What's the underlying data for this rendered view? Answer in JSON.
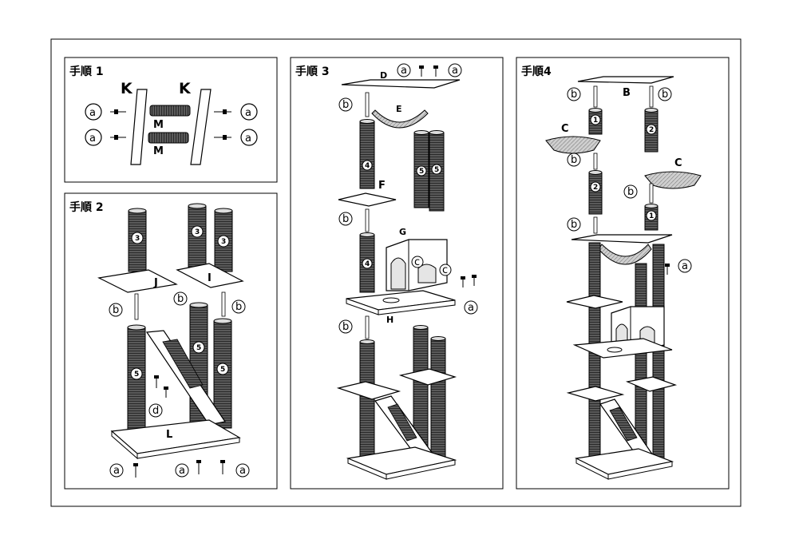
{
  "panels": {
    "step1": {
      "title": "手順 1"
    },
    "step2": {
      "title": "手順 2"
    },
    "step3": {
      "title": "手順 3"
    },
    "step4": {
      "title": "手順4"
    }
  },
  "parts": {
    "K": "K",
    "M": "M",
    "J": "J",
    "I": "I",
    "L": "L",
    "D": "D",
    "E": "E",
    "F": "F",
    "G": "G",
    "H": "H",
    "B": "B",
    "C": "C"
  },
  "hardware": {
    "a": "a",
    "b": "b",
    "c": "c",
    "d": "d"
  },
  "post_numbers": {
    "one": "1",
    "two": "2",
    "three": "3",
    "four": "4",
    "five": "5"
  }
}
